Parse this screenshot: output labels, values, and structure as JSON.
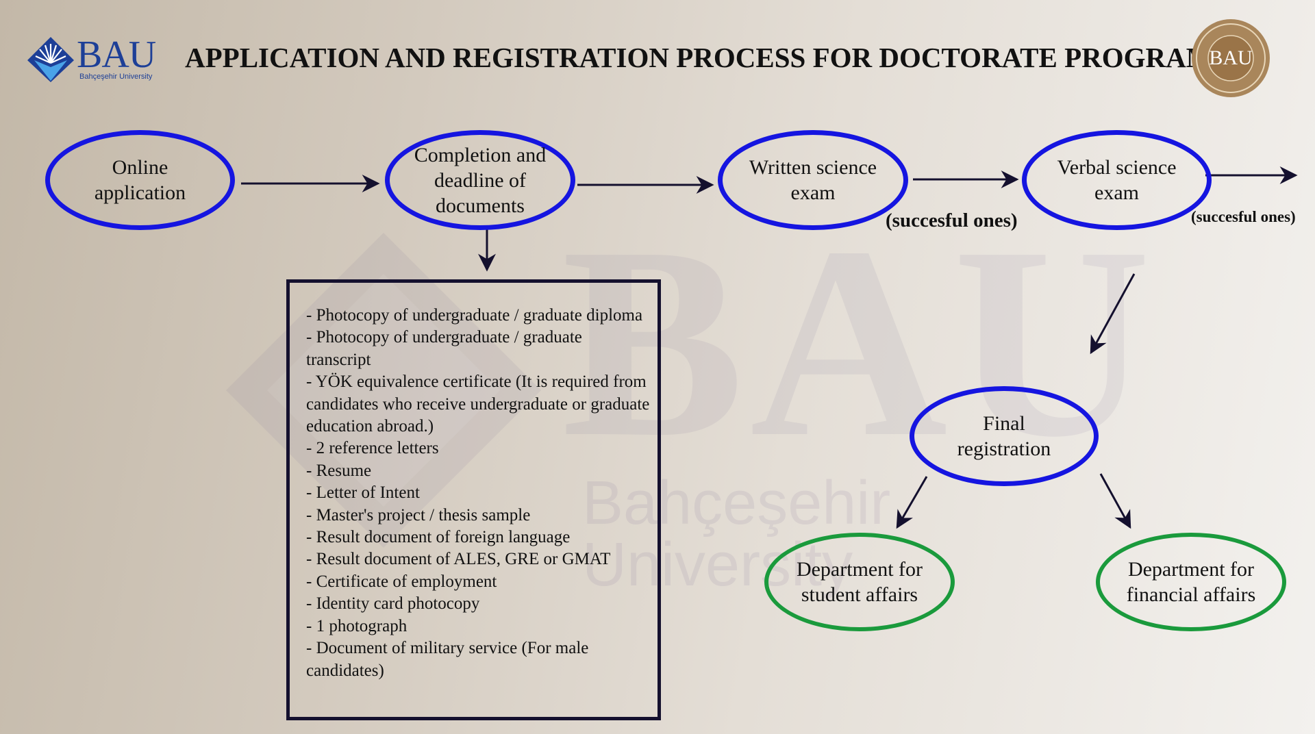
{
  "header": {
    "logo_word": "BAU",
    "logo_sub": "Bahçeşehir University",
    "title": "APPLICATION AND REGISTRATION PROCESS FOR DOCTORATE PROGRAMS",
    "seal_text": "BAU"
  },
  "watermark": {
    "text": "BAU",
    "sub": "Bahçeşehir University"
  },
  "nodes": {
    "online": {
      "line1": "Online",
      "line2": "application"
    },
    "completion": {
      "line1": "Completion and",
      "line2": "deadline of",
      "line3": "documents"
    },
    "written": {
      "line1": "Written science",
      "line2": "exam"
    },
    "verbal": {
      "line1": "Verbal science",
      "line2": "exam"
    },
    "final": {
      "line1": "Final",
      "line2": "registration"
    },
    "student": {
      "line1": "Department for",
      "line2": "student affairs"
    },
    "financial": {
      "line1": "Department for",
      "line2": "financial affairs"
    }
  },
  "edge_labels": {
    "after_written": "(succesful ones)",
    "after_verbal": "(succesful ones)"
  },
  "documents": [
    "- Photocopy of undergraduate / graduate diploma",
    "- Photocopy of undergraduate / graduate transcript",
    "- YÖK equivalence certificate (It is required from candidates who receive undergraduate or graduate education abroad.)",
    "- 2 reference letters",
    "- Resume",
    "- Letter of Intent",
    "- Master's project / thesis sample",
    "- Result document of foreign language",
    "- Result document of ALES, GRE or GMAT",
    "- Certificate of employment",
    "- Identity card photocopy",
    "- 1 photograph",
    "- Document of military service (For male candidates)"
  ],
  "colors": {
    "blue_node": "#1515e0",
    "green_node": "#1a9a3c",
    "logo_blue": "#1d3f97",
    "arrow": "#14102e"
  },
  "icons": {
    "logo": "bau-shell-logo-icon",
    "seal": "university-seal-icon"
  }
}
